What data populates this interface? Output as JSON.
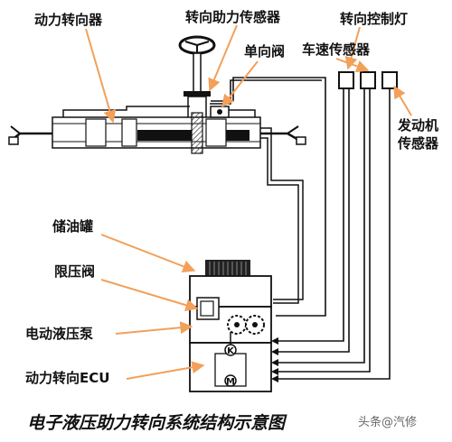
{
  "labels": {
    "power_steering_gear": "动力转向器",
    "torque_sensor": "转向助力传感器",
    "steering_indicator": "转向控制灯",
    "check_valve": "单向阀",
    "speed_sensor": "车速传感器",
    "engine_sensor_line1": "发动机",
    "engine_sensor_line2": "传感器",
    "reservoir": "储油罐",
    "relief_valve": "限压阀",
    "electric_pump": "电动液压泵",
    "ecu": "动力转向ECU"
  },
  "pump_marks": {
    "k": "K",
    "m": "M"
  },
  "caption": "电子液压助力转向系统结构示意图",
  "watermark": "头条@汽修"
}
